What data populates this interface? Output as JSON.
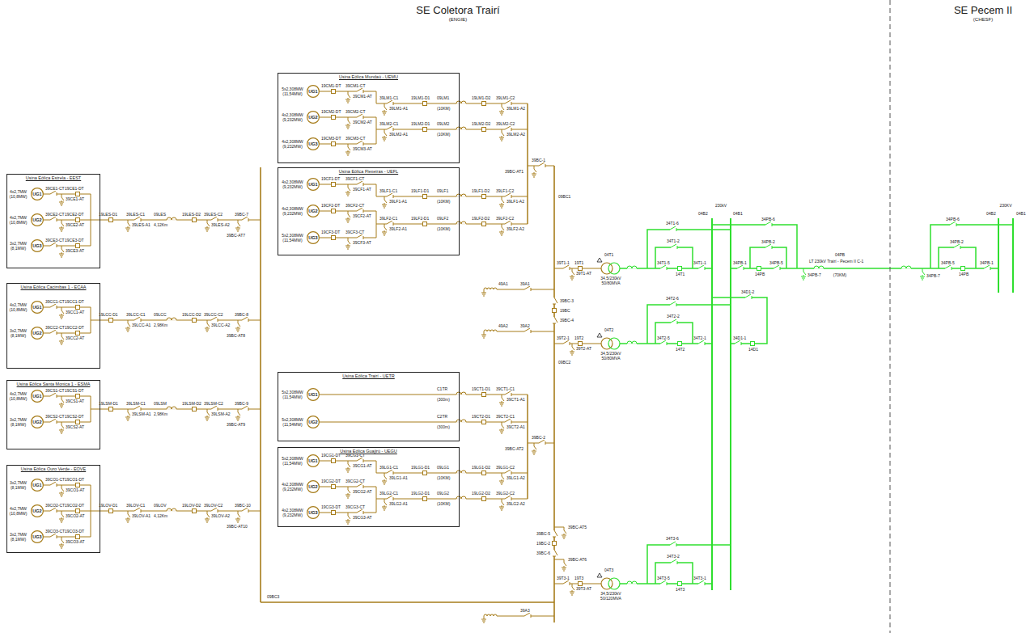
{
  "diagram": {
    "title": "SE Coletora Trairí",
    "nodes": [
      {
        "text": [
          "Usina Eólica Mundaú - UEMU"
        ]
      },
      {
        "text": [
          "UG1"
        ],
        "in": 0
      },
      {
        "text": [
          "UG2"
        ],
        "in": 0
      },
      {
        "text": [
          "UG3"
        ],
        "in": 0
      },
      {
        "text": [
          "Usina Eólica Flexeiras - UEFL"
        ]
      },
      {
        "text": [
          "UG1"
        ],
        "in": 4
      },
      {
        "text": [
          "UG2"
        ],
        "in": 4
      },
      {
        "text": [
          "UG3"
        ],
        "in": 4
      },
      {
        "text": [
          "Usina Eólica Estrela - EEST"
        ]
      },
      {
        "text": [
          "UG1"
        ],
        "in": 8
      },
      {
        "text": [
          "UG2"
        ],
        "in": 8
      },
      {
        "text": [
          "UG3"
        ],
        "in": 8
      },
      {
        "text": [
          "Usina Eólica Cacimbas 1 - ECAA"
        ]
      },
      {
        "text": [
          "UG1"
        ],
        "in": 12
      },
      {
        "text": [
          "UG2"
        ],
        "in": 12
      },
      {
        "text": [
          "Usina Eólica Santa Monica 1 - ESMA"
        ]
      },
      {
        "text": [
          "UG1"
        ],
        "in": 15
      },
      {
        "text": [
          "UG2"
        ],
        "in": 15
      },
      {
        "text": [
          "Usina Eólica Ouro Verde - EOVE"
        ]
      },
      {
        "text": [
          "UG1"
        ],
        "in": 18
      },
      {
        "text": [
          "UG2"
        ],
        "in": 18
      },
      {
        "text": [
          "UG3"
        ],
        "in": 18
      },
      {
        "text": [
          "Usina Eólica Trairí - UETR"
        ]
      },
      {
        "text": [
          "UG1"
        ],
        "in": 22
      },
      {
        "text": [
          "UG2"
        ],
        "in": 22
      },
      {
        "text": [
          "Usina Eólica Guajirú - UEGU"
        ]
      },
      {
        "text": [
          "UG1"
        ],
        "in": 25
      },
      {
        "text": [
          "UG2"
        ],
        "in": 25
      },
      {
        "text": [
          "UG3"
        ],
        "in": 25
      }
    ],
    "labels": [
      "(ENGIE)",
      "SE Pecem II",
      "(CHESF)",
      "5x2,308MW (11,54MW)",
      "19CM1-DT",
      "39CM1-CT",
      "39CM1-AT",
      "4x2,308MW (9,232MW)",
      "19CM2-DT",
      "39CM2-CT",
      "39CM2-AT",
      "4x2,308MW (9,232MW)",
      "19CM3-DT",
      "39CM3-CT",
      "39CM3-AT",
      "39LM1-C1",
      "19LM1-D1",
      "39LM1-A1",
      "09LM1",
      "(10KM)",
      "19LM1-D2",
      "39LM1-C2",
      "39LM1-A2",
      "39LM2-C1",
      "19LM2-D1",
      "39LM2-A1",
      "09LM2",
      "(10KM)",
      "19LM2-D2",
      "39LM2-C2",
      "39LM2-A2",
      "4x2,308MW (9,232MW)",
      "19CF1-DT",
      "39CF1-CT",
      "39CF1-AT",
      "4x2,308MW (9,232MW)",
      "19CF2-DT",
      "39CF2-CT",
      "39CF2-AT",
      "5x2,308MW (11,54MW)",
      "19CF3-DT",
      "39CF3-CT",
      "39CF3-AT",
      "39LF1-C1",
      "19LF1-D1",
      "39LF1-A1",
      "09LF1",
      "(10KM)",
      "19LF1-D2",
      "39LF1-C2",
      "39LF1-A2",
      "39LF2-C1",
      "19LF2-D1",
      "39LF2-A1",
      "09LF2",
      "(10KM)",
      "19LF2-D2",
      "39LF2-C2",
      "39LF2-A2",
      "39BC-1",
      "39BC-AT1",
      "09BC1",
      "4x2,7MW (10,8MW)",
      "39CE1-CT",
      "19CE1-DT",
      "39CE1-AT",
      "4x2,7MW (10,8MW)",
      "39CE2-CT",
      "19CE2-DT",
      "39CE2-AT",
      "3x2,7MW (8,1MW)",
      "39CE3-CT",
      "19CE3-DT",
      "39CE3-AT",
      "19LES-D1",
      "39LES-C1",
      "39LES-A1",
      "09LES",
      "4,12Km",
      "19LES-D2",
      "39LES-C2",
      "39LES-A2",
      "39BC-7",
      "39BC-AT7",
      "4x2,7MW (10,8MW)",
      "39CC1-CT",
      "19CC1-DT",
      "39CC1-AT",
      "3x2,7MW (8,1MW)",
      "39CC2-CT",
      "19CC2-DT",
      "39CC2-AT",
      "19LCC-D1",
      "39LCC-C1",
      "39LCC-A1",
      "09LCC",
      "2,98Km",
      "19LCC-D2",
      "39LCC-C2",
      "39LCC-A2",
      "39BC-8",
      "39BC-AT8",
      "4x2,7MW (10,8MW)",
      "39CS1-CT",
      "19CS1-DT",
      "39CS1-AT",
      "3x2,7MW (8,1MW)",
      "39CS2-CT",
      "19CS2-DT",
      "39CS2-AT",
      "19LSM-D1",
      "39LSM-C1",
      "39LSM-A1",
      "09LSM",
      "2,98Km",
      "19LSM-D2",
      "39LSM-C2",
      "39LSM-A2",
      "39BC-9",
      "39BC-AT9",
      "3x2,7MW (8,1MW)",
      "39CO1-CT",
      "19CO1-DT",
      "39CO1-AT",
      "4x2,7MW (10,8MW)",
      "39CO2-CT",
      "19CO2-DT",
      "39CO2-AT",
      "3x2,7MW (8,1MW)",
      "39CO3-CT",
      "19CO3-DT",
      "39CO3-AT",
      "19LOV-D1",
      "39LOV-C1",
      "39LOV-A1",
      "09LOV",
      "4,12Km",
      "19LOV-D2",
      "39LOV-C2",
      "39LOV-A2",
      "39BC-10",
      "39BC-AT10",
      "09BC3",
      "5x2,308MW (11,54MW)",
      "5x2,308MW (11,54MW)",
      "C1TR",
      "(300m)",
      "19CT1-D1",
      "39CT1-C1",
      "39CT1-A1",
      "C2TR",
      "(300m)",
      "19CT2-D1",
      "39CT2-C1",
      "39CT2-A1",
      "5x2,308MW (11,54MW)",
      "19CG1-DT",
      "39CG1-CT",
      "39CG1-AT",
      "4x2,308MW (9,232MW)",
      "19CG2-DT",
      "39CG2-CT",
      "39CG2-AT",
      "4x2,308MW (9,232MW)",
      "19CG3-DT",
      "39CG3-CT",
      "39CG3-AT",
      "39LG1-C1",
      "19LG1-D1",
      "39LG1-A1",
      "09LG1",
      "(10KM)",
      "19LG1-D2",
      "39LG1-C2",
      "39LG1-A2",
      "39LG2-C1",
      "19LG2-D1",
      "39LG2-A1",
      "09LG2",
      "(10KM)",
      "19LG2-D2",
      "39LG2-C2",
      "39LG2-A2",
      "39BC-2",
      "39BC-AT2",
      "09BC2",
      "39BC-3",
      "19BC",
      "39BC-4",
      "39BC-5",
      "19BC-2",
      "39BC-6",
      "39BC-AT5",
      "39BC-AT6",
      "49A1",
      "39A1",
      "49A2",
      "39A2",
      "39A3",
      "39T1-1",
      "19T1",
      "39T1-AT",
      "04T1",
      "34,5/230kV 50/80MVA",
      "34T1-6",
      "34T1-2",
      "34T1-5",
      "14T1",
      "34T1-1",
      "39T2-1",
      "19T2",
      "39T2-AT",
      "04T2",
      "34,5/230kV 50/80MVA",
      "34T2-6",
      "34T2-2",
      "34T2-5",
      "14T2",
      "34T2-1",
      "39T3-1",
      "19T3",
      "39T3-AT",
      "04T3",
      "34,5/230kV 50/120MVA",
      "34T3-6",
      "34T3-2",
      "34T3-5",
      "14T3",
      "34T3-1",
      "230kV",
      "04B2",
      "04B1",
      "34PB-6",
      "34PB-2",
      "34PB-1",
      "14PB",
      "34PB-5",
      "34PB-7",
      "04PB",
      "LT 230kV Trairí - Pecem II C-1",
      "(70KM)",
      "34D1-2",
      "34D1-1",
      "14D1",
      "230KV",
      "04B2",
      "04B1",
      "34PB-6",
      "34PB-2",
      "34PB-5",
      "14PB",
      "34PB-1",
      "34PB-7"
    ]
  }
}
